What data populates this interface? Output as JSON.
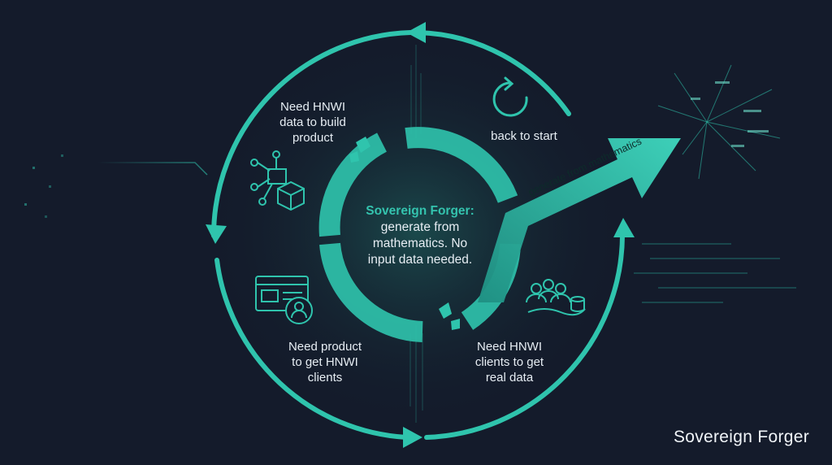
{
  "center": {
    "title": "Sovereign Forger:",
    "line1": "generate from",
    "line2": "mathematics. No",
    "line3": "input data needed."
  },
  "steps": {
    "top_left": [
      "Need HNWI",
      "data to build",
      "product"
    ],
    "top_right": [
      "back to start"
    ],
    "bottom_left": [
      "Need product",
      "to get HNWI",
      "clients"
    ],
    "bottom_right": [
      "Need HNWI",
      "clients to get",
      "real data"
    ]
  },
  "arrow_label": "generate from mathematics",
  "brand": "Sovereign Forger",
  "icons": [
    "network-box-icon",
    "refresh-icon",
    "user-card-icon",
    "people-database-icon",
    "formula-burst-icon"
  ],
  "colors": {
    "background": "#141b2b",
    "accent": "#2fc4ad",
    "accent_dark": "#1e8f80",
    "text": "#e6edf3"
  }
}
